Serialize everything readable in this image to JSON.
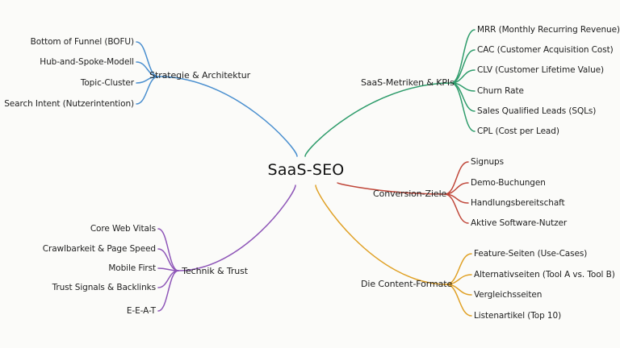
{
  "root": "SaaS-SEO",
  "branches": {
    "strategy": {
      "label": "Strategie & Architektur",
      "color": "#4a8fcf",
      "items": [
        "Bottom of Funnel (BOFU)",
        "Hub-and-Spoke-Modell",
        "Topic-Cluster",
        "Search Intent (Nutzerintention)"
      ]
    },
    "metrics": {
      "label": "SaaS-Metriken & KPIs",
      "color": "#2e9c6b",
      "items": [
        "MRR (Monthly Recurring Revenue)",
        "CAC (Customer Acquisition Cost)",
        "CLV (Customer Lifetime Value)",
        "Churn Rate",
        "Sales Qualified Leads (SQLs)",
        "CPL (Cost per Lead)"
      ]
    },
    "conversion": {
      "label": "Conversion-Ziele",
      "color": "#c0473a",
      "items": [
        "Signups",
        "Demo-Buchungen",
        "Handlungsbereitschaft",
        "Aktive Software-Nutzer"
      ]
    },
    "tech": {
      "label": "Technik & Trust",
      "color": "#8e56b8",
      "items": [
        "Core Web Vitals",
        "Crawlbarkeit & Page Speed",
        "Mobile First",
        "Trust Signals & Backlinks",
        "E-E-A-T"
      ]
    },
    "content": {
      "label": "Die Content-Formate",
      "color": "#e0a126",
      "items": [
        "Feature-Seiten (Use-Cases)",
        "Alternativseiten (Tool A vs. Tool B)",
        "Vergleichsseiten",
        "Listenartikel (Top 10)"
      ]
    }
  }
}
